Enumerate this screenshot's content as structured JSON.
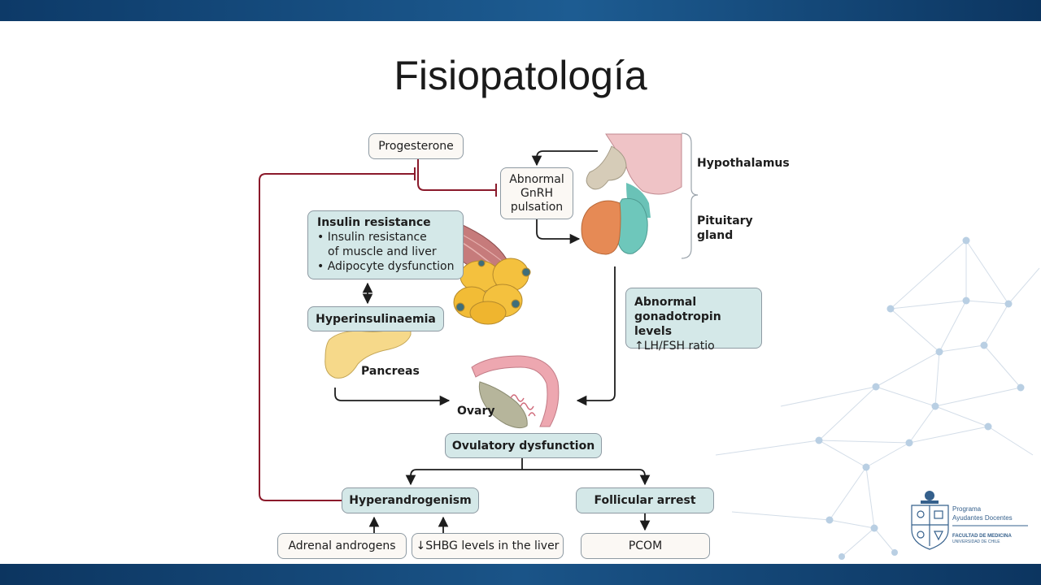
{
  "slide": {
    "title": "Fisiopatología"
  },
  "diagram": {
    "progesterone": "Progesterone",
    "gnrh": [
      "Abnormal",
      "GnRH",
      "pulsation"
    ],
    "hypothalamus": "Hypothalamus",
    "pituitary": [
      "Pituitary",
      "gland"
    ],
    "insulin_resistance": {
      "title": "Insulin resistance",
      "bullets": [
        "• Insulin resistance",
        "of muscle and liver",
        "• Adipocyte dysfunction"
      ]
    },
    "hyperinsulinaemia": "Hyperinsulinaemia",
    "gonadotropin": {
      "title_lines": [
        "Abnormal",
        "gonadotropin levels"
      ],
      "ratio": "↑LH/FSH ratio"
    },
    "pancreas": "Pancreas",
    "ovary": "Ovary",
    "ovulatory": "Ovulatory dysfunction",
    "hyperandrogenism": "Hyperandrogenism",
    "follicular": "Follicular arrest",
    "adrenal": "Adrenal androgens",
    "shbg": "↓SHBG levels in the liver",
    "pcom": "PCOM"
  },
  "logo": {
    "line1": "Programa",
    "line2": "Ayudantes Docentes",
    "line3": "FACULTAD DE MEDICINA",
    "line4": "UNIVERSIDAD DE CHILE"
  },
  "colors": {
    "header_bar": "#1d5c92",
    "teal_box": "#d4e8e8",
    "cream_box": "#fbf8f4",
    "inhibition_line": "#8b1a2b",
    "arrow": "#1d1d1d"
  }
}
